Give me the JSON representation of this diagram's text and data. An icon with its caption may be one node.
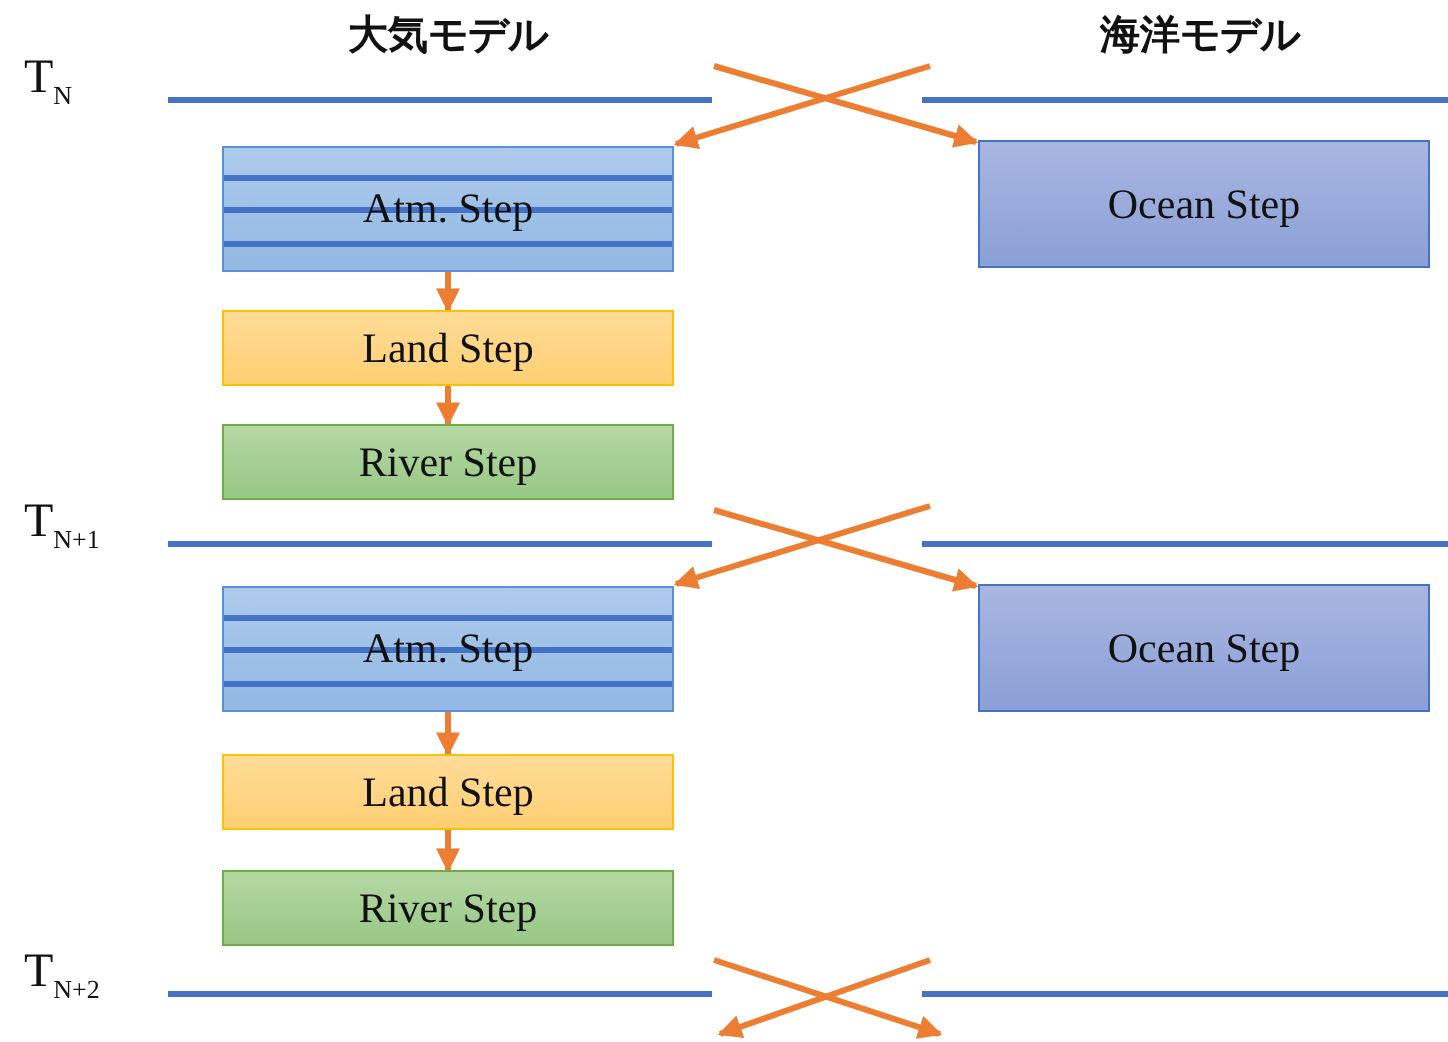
{
  "diagram": {
    "nodes": [
      {
        "text": [
          "Atm. Step"
        ]
      },
      {
        "text": [
          "Land Step"
        ]
      },
      {
        "text": [
          "River Step"
        ]
      },
      {
        "text": [
          "Ocean Step"
        ]
      },
      {
        "text": [
          "Atm. Step"
        ]
      },
      {
        "text": [
          "Land Step"
        ]
      },
      {
        "text": [
          "River Step"
        ]
      },
      {
        "text": [
          "Ocean Step"
        ]
      }
    ],
    "edges": [
      {
        "from": null,
        "to": 0,
        "arrow": "to"
      },
      {
        "from": null,
        "to": 3,
        "arrow": "to"
      },
      {
        "from": 0,
        "to": 1,
        "arrow": "to"
      },
      {
        "from": 1,
        "to": 2,
        "arrow": "to"
      },
      {
        "from": null,
        "to": 4,
        "arrow": "to"
      },
      {
        "from": null,
        "to": 7,
        "arrow": "to"
      },
      {
        "from": 4,
        "to": 5,
        "arrow": "to"
      },
      {
        "from": 5,
        "to": 6,
        "arrow": "to"
      }
    ],
    "labels": [
      "大気モデル",
      "海洋モデル",
      "T$_{N}$",
      "T$_{N+1}$",
      "T$_{N+2}$"
    ]
  }
}
